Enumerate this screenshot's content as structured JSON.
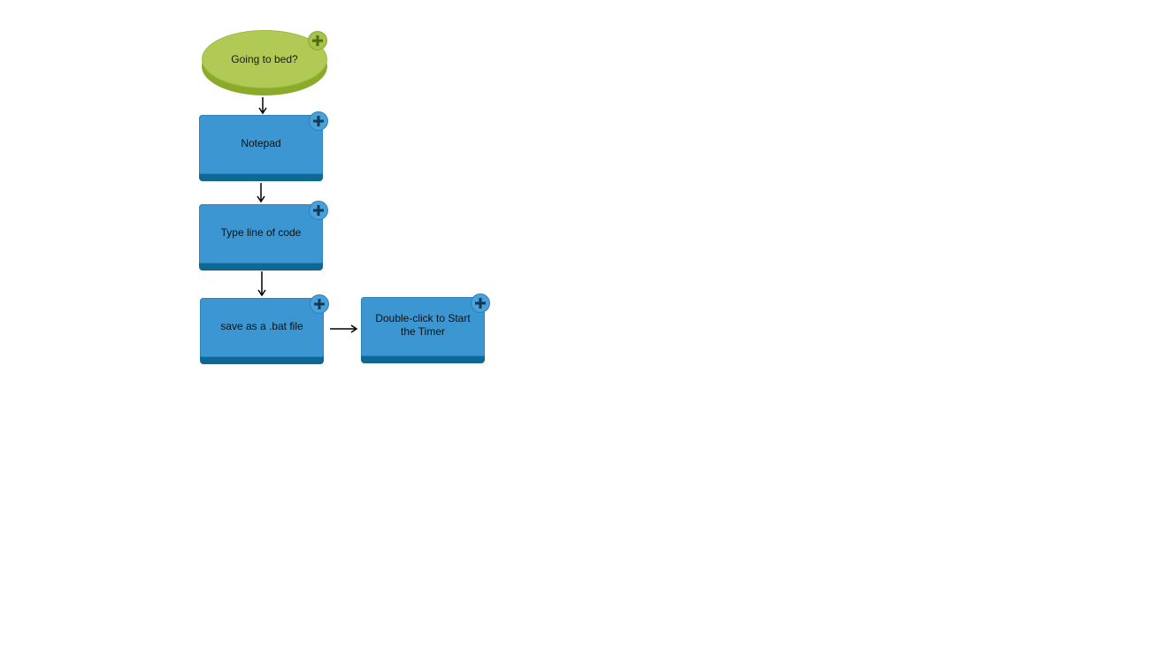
{
  "nodes": {
    "start": {
      "label": "Going to bed?",
      "shape": "oval",
      "color": "#b1c955"
    },
    "notepad": {
      "label": "Notepad",
      "shape": "box",
      "color": "#3b96d1"
    },
    "type_code": {
      "label": "Type line of code",
      "shape": "box",
      "color": "#3b96d1"
    },
    "save_bat": {
      "label": "save as a .bat file",
      "shape": "box",
      "color": "#3b96d1"
    },
    "start_timer": {
      "label": "Double-click to Start the Timer",
      "shape": "box",
      "color": "#3b96d1"
    }
  },
  "edges": [
    {
      "from": "start",
      "to": "notepad"
    },
    {
      "from": "notepad",
      "to": "type_code"
    },
    {
      "from": "type_code",
      "to": "save_bat"
    },
    {
      "from": "save_bat",
      "to": "start_timer"
    }
  ],
  "icons": {
    "add_node": "plus-icon"
  }
}
